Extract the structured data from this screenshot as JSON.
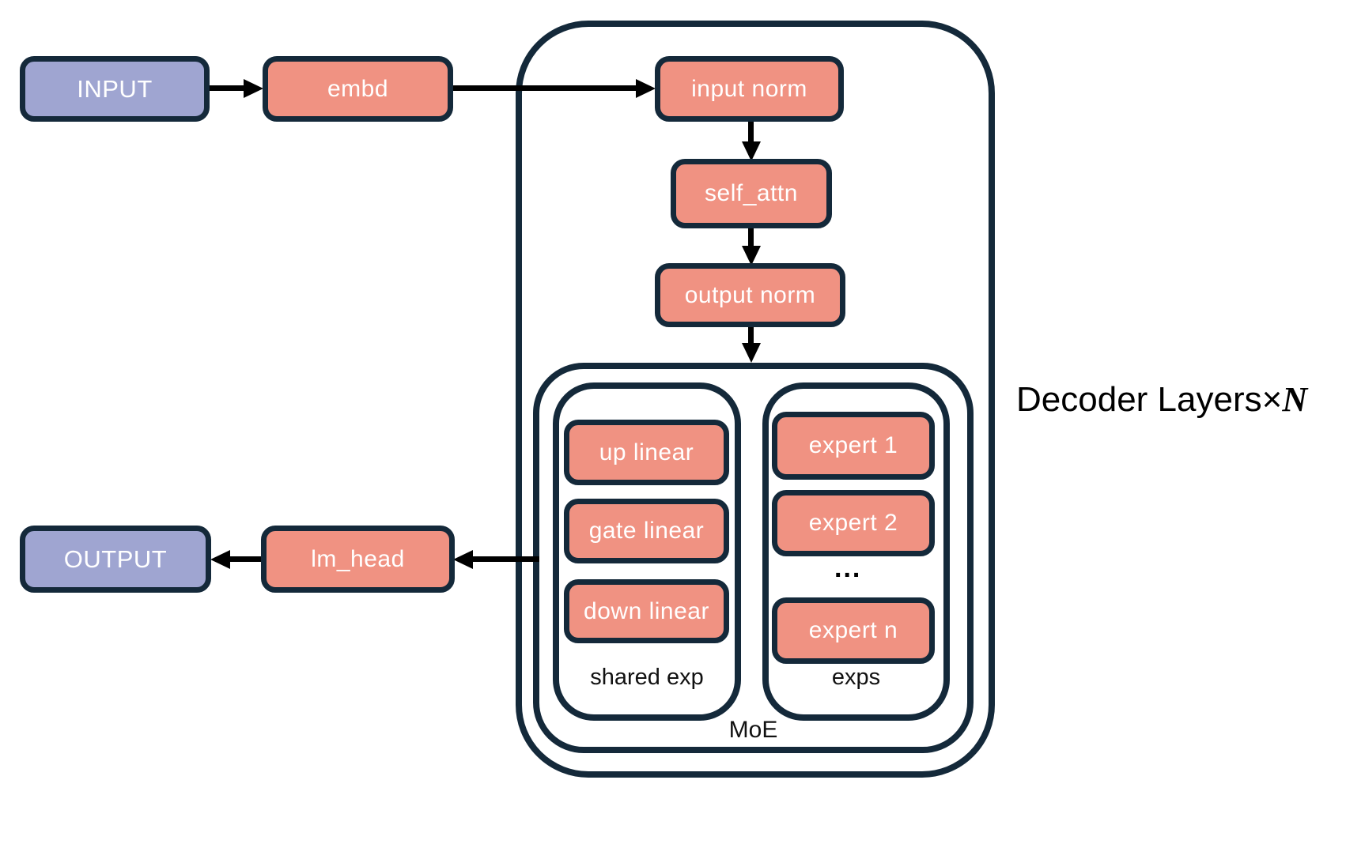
{
  "palette": {
    "io_fill": "#9FA5D1",
    "box_fill": "#F09282",
    "border": "#14293A",
    "arrow": "#000000",
    "label": "#111111"
  },
  "nodes": {
    "input": "INPUT",
    "embd": "embd",
    "input_norm": "input norm",
    "self_attn": "self_attn",
    "output_norm": "output norm",
    "up_linear": "up linear",
    "gate_linear": "gate linear",
    "down_linear": "down linear",
    "expert_1": "expert 1",
    "expert_2": "expert 2",
    "expert_dots": "...",
    "expert_n": "expert n",
    "lm_head": "lm_head",
    "output": "OUTPUT"
  },
  "containers": {
    "shared_exp": "shared exp",
    "exps": "exps",
    "moe": "MoE"
  },
  "decoder_label": {
    "prefix": "Decoder Layers",
    "times": "×",
    "n": "N"
  }
}
